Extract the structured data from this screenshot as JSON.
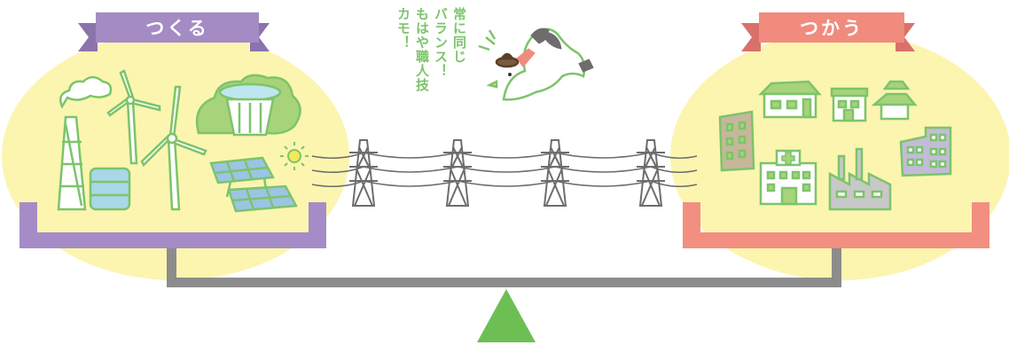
{
  "left_panel": {
    "title": "つくる",
    "color": "#a48bc4",
    "frame_color": "#a58cc6"
  },
  "right_panel": {
    "title": "つかう",
    "color": "#f08b7e",
    "frame_color": "#f28f80"
  },
  "speech": {
    "lines": [
      "常に同じ",
      "バランス！",
      "もはや職人技",
      "カモ！"
    ],
    "color": "#7cc46b"
  },
  "colors": {
    "bubble": "#fbf5b0",
    "outline_green": "#7cc46b",
    "seesaw": "#8c8c8c",
    "fulcrum": "#6dbf54",
    "tower": "#6d6d6d"
  },
  "icons": {
    "left": [
      "factory-icon",
      "smokestack-icon",
      "tank-icon",
      "wind-turbine-icon",
      "dam-icon",
      "solar-panel-icon",
      "sun-icon"
    ],
    "right": [
      "office-building-icon",
      "house-icon",
      "apartment-icon",
      "shrine-icon",
      "hospital-icon",
      "factory-icon",
      "tall-building-icon"
    ],
    "center": [
      "power-tower-icon",
      "bird-icon"
    ]
  }
}
